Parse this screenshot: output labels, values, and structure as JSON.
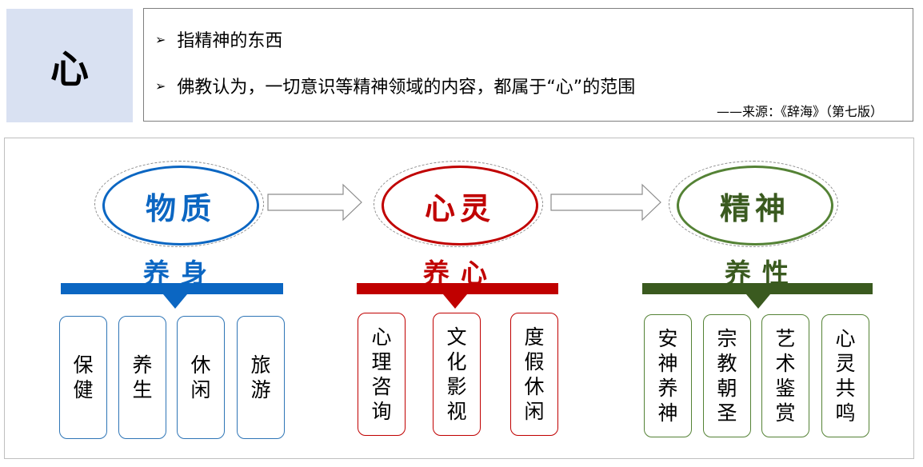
{
  "header": {
    "title_char": "心",
    "bullets": [
      "指精神的东西",
      "佛教认为，一切意识等精神领域的内容，都属于“心”的范围"
    ],
    "source": "——来源：《辞海》（第七版）"
  },
  "diagram": {
    "columns": [
      {
        "ellipse_label": "物质",
        "category": "养身",
        "color": "#0b66c2",
        "items": [
          [
            "保",
            "健"
          ],
          [
            "养",
            "生"
          ],
          [
            "休",
            "闲"
          ],
          [
            "旅",
            "游"
          ]
        ]
      },
      {
        "ellipse_label": "心灵",
        "category": "养心",
        "color": "#c00000",
        "items": [
          [
            "心",
            "理",
            "咨",
            "询"
          ],
          [
            "文",
            "化",
            "影",
            "视"
          ],
          [
            "度",
            "假",
            "休",
            "闲"
          ]
        ]
      },
      {
        "ellipse_label": "精神",
        "category": "养性",
        "color": "#3a5a1f",
        "items": [
          [
            "安",
            "神",
            "养",
            "神"
          ],
          [
            "宗",
            "教",
            "朝",
            "圣"
          ],
          [
            "艺",
            "术",
            "鉴",
            "赏"
          ],
          [
            "心",
            "灵",
            "共",
            "鸣"
          ]
        ]
      }
    ]
  }
}
